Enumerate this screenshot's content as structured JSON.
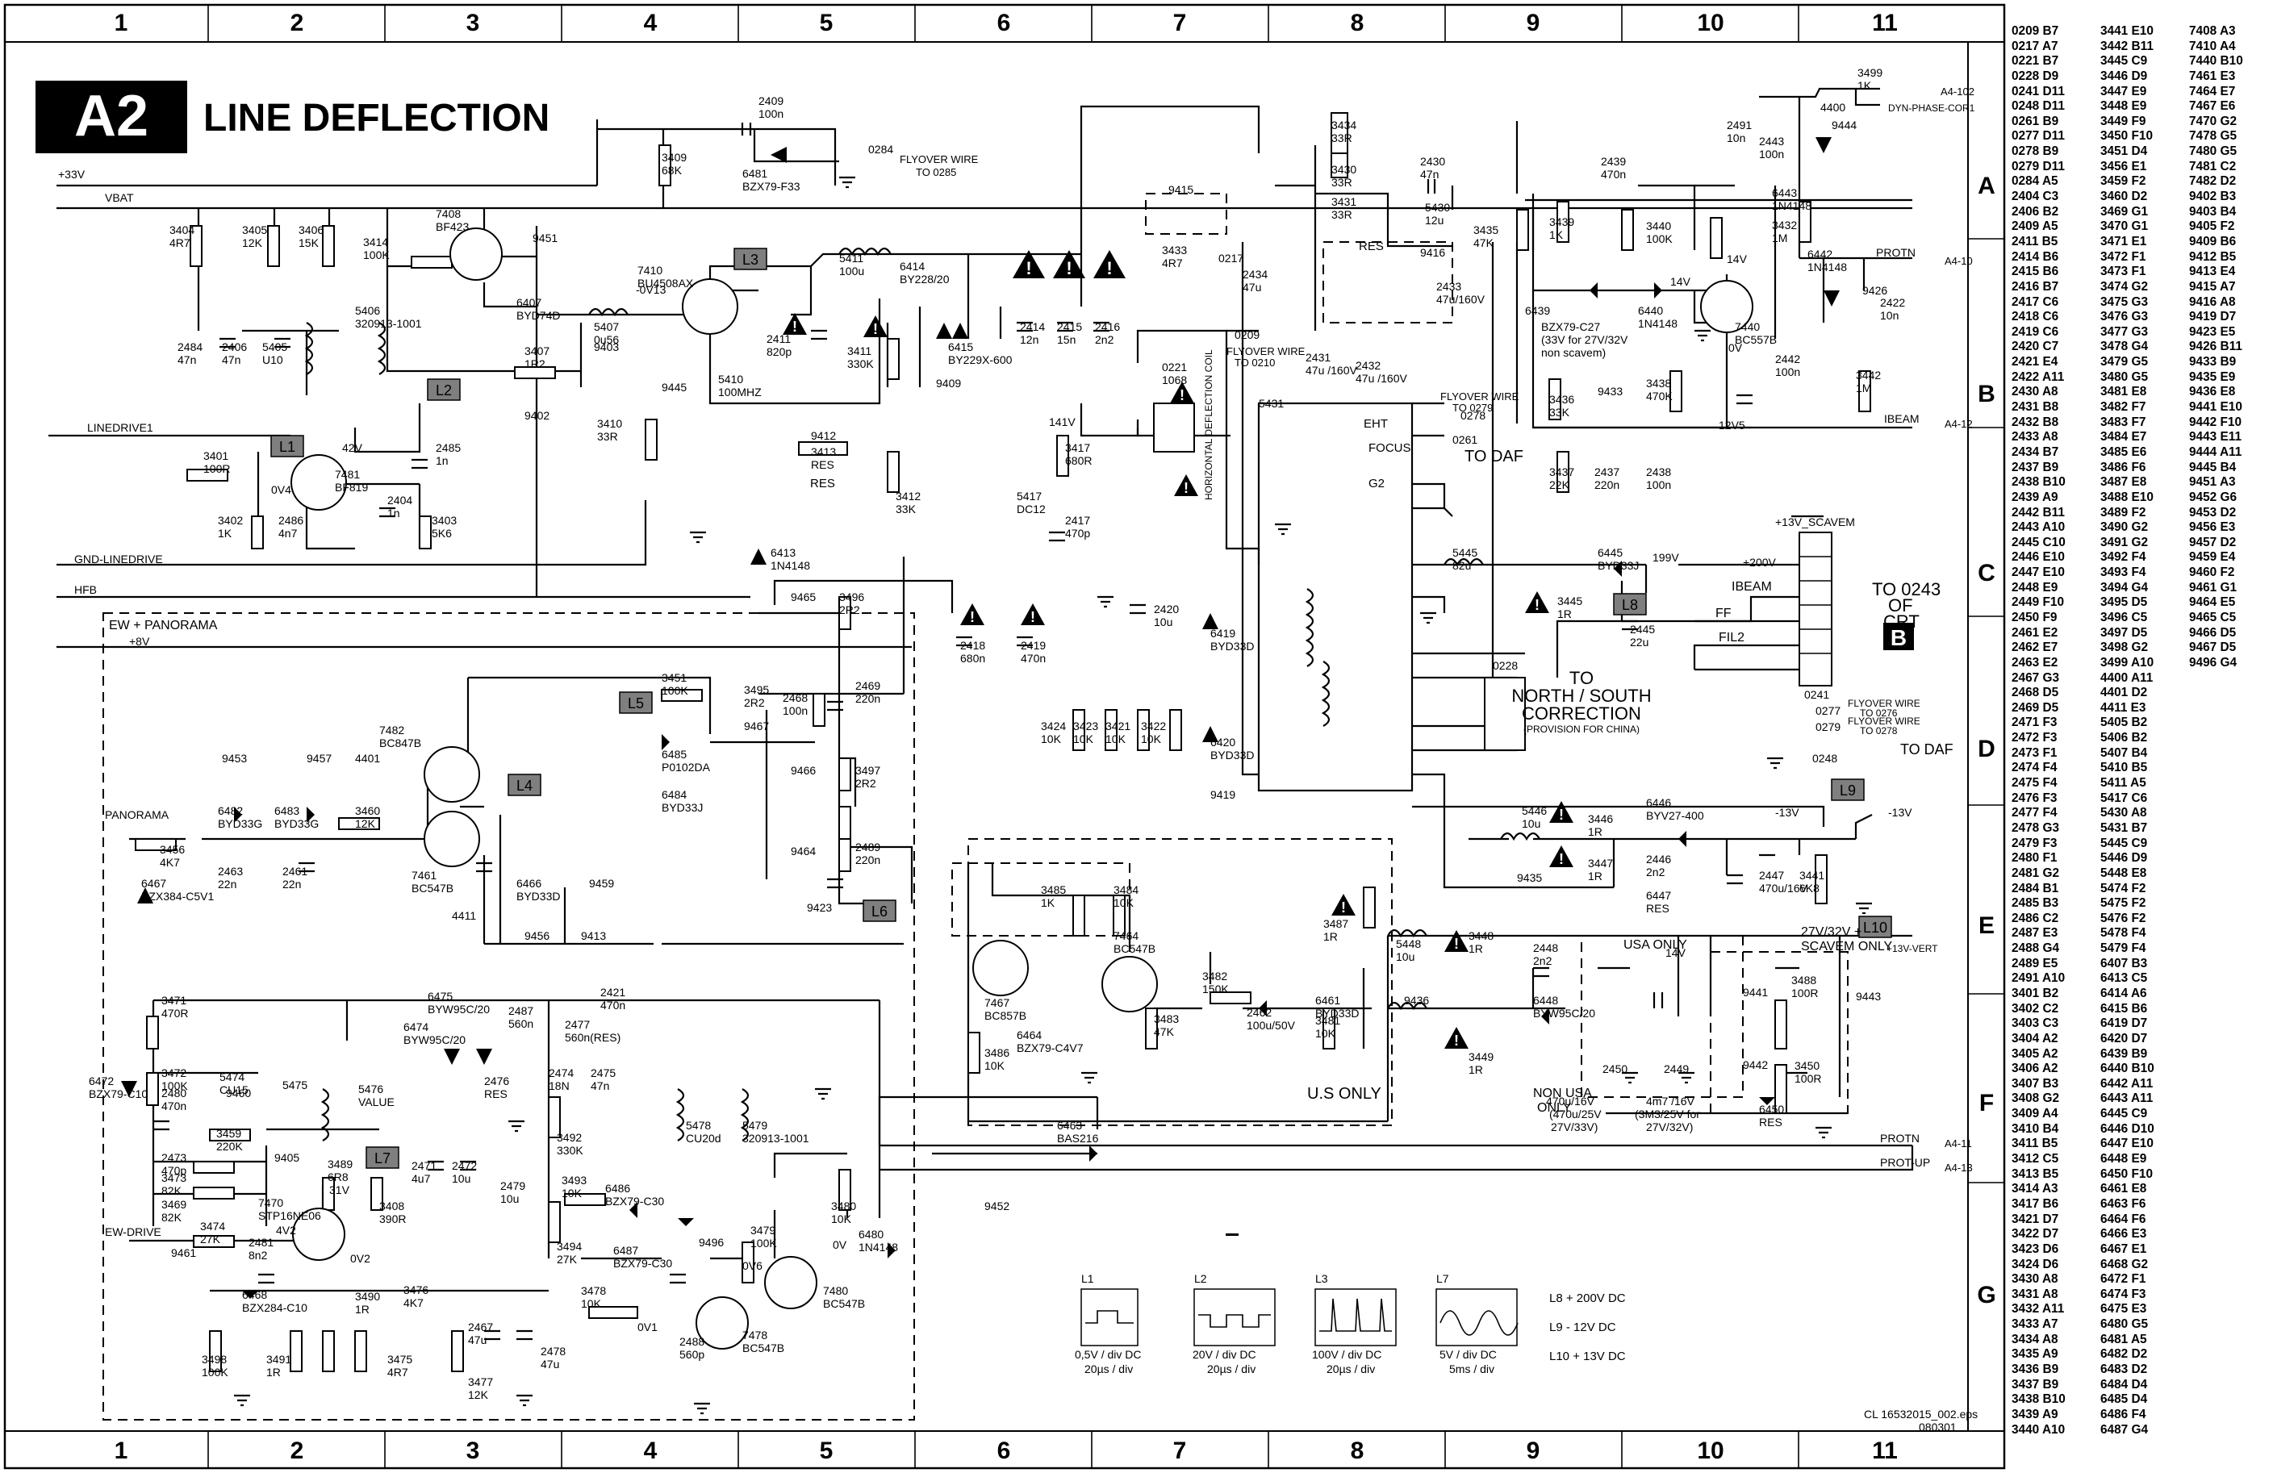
{
  "title": {
    "badge": "A2",
    "text": "LINE DEFLECTION"
  },
  "grid": {
    "columns": [
      "1",
      "2",
      "3",
      "4",
      "5",
      "6",
      "7",
      "8",
      "9",
      "10",
      "11"
    ],
    "rows": [
      "A",
      "B",
      "C",
      "D",
      "E",
      "F",
      "G"
    ]
  },
  "nets": {
    "v33": "+33V",
    "vbat": "VBAT",
    "linedrive1": "LINEDRIVE1",
    "gnd_linedrive": "GND-LINEDRIVE",
    "hfb": "HFB",
    "ew_panorama": "EW + PANORAMA",
    "v8": "+8V",
    "panorama": "PANORAMA",
    "ew_drive": "EW-DRIVE",
    "dyn_phase": "DYN-PHASE-COR1",
    "protn": "PROTN",
    "ibeam": "IBEAM",
    "v13_scavem": "+13V_SCAVEM",
    "v200": "+200V",
    "ff": "FF",
    "fil2": "FIL2",
    "vm13": "-13V",
    "v13vert": "+13V-VERT",
    "prot_up": "PROT-UP",
    "v141": "141V",
    "v199": "199V",
    "v14": "14V",
    "v12v5": "12V5",
    "ov": "0V",
    "ovm13": "-0V13",
    "v42": "42V",
    "v0v4": "0V4",
    "v4v2": "4V2",
    "v31": "31V",
    "v0v2": "0V2",
    "v0v6": "0V6",
    "v0v1": "0V1"
  },
  "refs": {
    "a4_102": "A4-102",
    "a4_10": "A4-10",
    "a4_12": "A4-12",
    "a4_11": "A4-11",
    "a4_13": "A4-13"
  },
  "labels": {
    "flyover_0285": [
      "FLYOVER WIRE",
      "TO 0285"
    ],
    "flyover_0210": [
      "FLYOVER WIRE",
      "TO 0210"
    ],
    "flyover_0279": [
      "FLYOVER WIRE",
      "TO 0279"
    ],
    "flyover_0276": [
      "FLYOVER WIRE",
      "TO 0276"
    ],
    "flyover_0278": [
      "FLYOVER WIRE",
      "TO 0278"
    ],
    "to_daf": "TO DAF",
    "to_daf2": "TO DAF",
    "to_crt": [
      "TO 0243",
      "OF",
      "CRT"
    ],
    "crt_b": "B",
    "ns_correction": [
      "TO",
      "NORTH / SOUTH",
      "CORRECTION"
    ],
    "provision": "(PROVISION FOR CHINA)",
    "hdc": "HORIZONTAL DEFLECTION COIL",
    "us_only": "U.S ONLY",
    "usa_only": "USA ONLY",
    "non_usa": [
      "NON USA",
      "ONLY"
    ],
    "scavem_only": [
      "27V/32V +",
      "SCAVEM ONLY"
    ],
    "bzx_c27": [
      "BZX79-C27",
      "(33V for 27V/32V",
      "non scavem)"
    ],
    "eht": "EHT",
    "focus": "FOCUS",
    "g2": "G2",
    "res": "RES",
    "c2450_note": [
      "470u/16V",
      "(470u/25V",
      "27V/33V)"
    ],
    "c2449_note": [
      "4m7 /16V",
      "(3M3/25V for",
      "27V/32V)"
    ],
    "footer_file": "CL 16532015_002.eps",
    "footer_date": "080301"
  },
  "components": [
    {
      "ref": "2409",
      "val": "100n"
    },
    {
      "ref": "6481",
      "val": "BZX79-F33"
    },
    {
      "ref": "3409",
      "val": "68K"
    },
    {
      "ref": "3404",
      "val": "4R7"
    },
    {
      "ref": "3405",
      "val": "12K"
    },
    {
      "ref": "3406",
      "val": "15K"
    },
    {
      "ref": "7408",
      "val": "BF423"
    },
    {
      "ref": "3414",
      "val": "100K"
    },
    {
      "ref": "9451",
      "val": ""
    },
    {
      "ref": "7410",
      "val": "BU4508AX"
    },
    {
      "ref": "5406",
      "val": "320913-1001"
    },
    {
      "ref": "6407",
      "val": "BYD74D"
    },
    {
      "ref": "5407",
      "val": "0u56"
    },
    {
      "ref": "3407",
      "val": "1R2"
    },
    {
      "ref": "9403",
      "val": ""
    },
    {
      "ref": "9402",
      "val": ""
    },
    {
      "ref": "2484",
      "val": "47n"
    },
    {
      "ref": "2406",
      "val": "47n"
    },
    {
      "ref": "5405",
      "val": "U10"
    },
    {
      "ref": "3401",
      "val": "100R"
    },
    {
      "ref": "7481",
      "val": "BF819"
    },
    {
      "ref": "3402",
      "val": "1K"
    },
    {
      "ref": "2486",
      "val": "4n7"
    },
    {
      "ref": "2485",
      "val": "1n"
    },
    {
      "ref": "2404",
      "val": "1n"
    },
    {
      "ref": "3403",
      "val": "5K6"
    },
    {
      "ref": "3410",
      "val": "33R"
    },
    {
      "ref": "5410",
      "val": "100MHZ"
    },
    {
      "ref": "9445",
      "val": ""
    },
    {
      "ref": "5411",
      "val": "100u"
    },
    {
      "ref": "2411",
      "val": "820p"
    },
    {
      "ref": "3411",
      "val": "330K"
    },
    {
      "ref": "6414",
      "val": "BY228/20"
    },
    {
      "ref": "6415",
      "val": "BY229X-600"
    },
    {
      "ref": "2414",
      "val": "12n"
    },
    {
      "ref": "2415",
      "val": "15n"
    },
    {
      "ref": "2416",
      "val": "2n2"
    },
    {
      "ref": "9409",
      "val": ""
    },
    {
      "ref": "3412",
      "val": "33K"
    },
    {
      "ref": "3413",
      "val": "RES"
    },
    {
      "ref": "9412",
      "val": ""
    },
    {
      "ref": "6413",
      "val": "1N4148"
    },
    {
      "ref": "9415",
      "val": ""
    },
    {
      "ref": "3433",
      "val": "4R7"
    },
    {
      "ref": "0221",
      "val": "1068"
    },
    {
      "ref": "3417",
      "val": "680R"
    },
    {
      "ref": "5417",
      "val": "DC12"
    },
    {
      "ref": "2417",
      "val": "470p"
    },
    {
      "ref": "2420",
      "val": "10u"
    },
    {
      "ref": "2418",
      "val": "680n"
    },
    {
      "ref": "2419",
      "val": "470n"
    },
    {
      "ref": "3434",
      "val": "33R"
    },
    {
      "ref": "3430",
      "val": "33R"
    },
    {
      "ref": "3431",
      "val": "33R"
    },
    {
      "ref": "2430",
      "val": "47n"
    },
    {
      "ref": "5430",
      "val": "12u"
    },
    {
      "ref": "9416",
      "val": ""
    },
    {
      "ref": "2434",
      "val": "47u"
    },
    {
      "ref": "2431",
      "val": "47u /160V"
    },
    {
      "ref": "2432",
      "val": "47u /160V"
    },
    {
      "ref": "2433",
      "val": "47u/160V"
    },
    {
      "ref": "3435",
      "val": "47K"
    },
    {
      "ref": "3439",
      "val": "1K"
    },
    {
      "ref": "2439",
      "val": "470n"
    },
    {
      "ref": "3440",
      "val": "100K"
    },
    {
      "ref": "7440",
      "val": "BC557B"
    },
    {
      "ref": "6439",
      "val": ""
    },
    {
      "ref": "6440",
      "val": "1N4148"
    },
    {
      "ref": "3436",
      "val": "33K"
    },
    {
      "ref": "9433",
      "val": ""
    },
    {
      "ref": "3438",
      "val": "470K"
    },
    {
      "ref": "3437",
      "val": "22K"
    },
    {
      "ref": "2437",
      "val": "220n"
    },
    {
      "ref": "2438",
      "val": "100n"
    },
    {
      "ref": "5431",
      "val": ""
    },
    {
      "ref": "2491",
      "val": "10n"
    },
    {
      "ref": "2443",
      "val": "100n"
    },
    {
      "ref": "3499",
      "val": "1K"
    },
    {
      "ref": "4400",
      "val": ""
    },
    {
      "ref": "9444",
      "val": ""
    },
    {
      "ref": "6443",
      "val": "1N4148"
    },
    {
      "ref": "3432",
      "val": "1M"
    },
    {
      "ref": "6442",
      "val": "1N4148"
    },
    {
      "ref": "9426",
      "val": ""
    },
    {
      "ref": "2422",
      "val": "10n"
    },
    {
      "ref": "2442",
      "val": "100n"
    },
    {
      "ref": "3442",
      "val": "1M"
    },
    {
      "ref": "0241",
      "val": ""
    },
    {
      "ref": "5445",
      "val": "82u"
    },
    {
      "ref": "3445",
      "val": "1R"
    },
    {
      "ref": "6445",
      "val": "BYD33J"
    },
    {
      "ref": "2445",
      "val": "22u"
    },
    {
      "ref": "6419",
      "val": "BYD33D"
    },
    {
      "ref": "6420",
      "val": "BYD33D"
    },
    {
      "ref": "3424",
      "val": "10K"
    },
    {
      "ref": "3423",
      "val": "10K"
    },
    {
      "ref": "3421",
      "val": "10K"
    },
    {
      "ref": "3422",
      "val": "10K"
    },
    {
      "ref": "9419",
      "val": ""
    },
    {
      "ref": "0228",
      "val": ""
    },
    {
      "ref": "3451",
      "val": "100K"
    },
    {
      "ref": "3495",
      "val": "2R2"
    },
    {
      "ref": "3496",
      "val": "2R2"
    },
    {
      "ref": "2468",
      "val": "100n"
    },
    {
      "ref": "2469",
      "val": "220n"
    },
    {
      "ref": "9467",
      "val": ""
    },
    {
      "ref": "9465",
      "val": ""
    },
    {
      "ref": "9466",
      "val": ""
    },
    {
      "ref": "3497",
      "val": "2R2"
    },
    {
      "ref": "2489",
      "val": "220n"
    },
    {
      "ref": "9464",
      "val": ""
    },
    {
      "ref": "9423",
      "val": ""
    },
    {
      "ref": "6485",
      "val": "P0102DA"
    },
    {
      "ref": "6484",
      "val": "BYD33J"
    },
    {
      "ref": "7482",
      "val": "BC847B"
    },
    {
      "ref": "7461",
      "val": "BC547B"
    },
    {
      "ref": "4401",
      "val": ""
    },
    {
      "ref": "9453",
      "val": ""
    },
    {
      "ref": "9457",
      "val": ""
    },
    {
      "ref": "6482",
      "val": "BYD33G"
    },
    {
      "ref": "6483",
      "val": "BYD33G"
    },
    {
      "ref": "3460",
      "val": "12K"
    },
    {
      "ref": "3456",
      "val": "4K7"
    },
    {
      "ref": "2463",
      "val": "22n"
    },
    {
      "ref": "2461",
      "val": "22n"
    },
    {
      "ref": "6467",
      "val": "BZX384-C5V1"
    },
    {
      "ref": "6466",
      "val": "BYD33D"
    },
    {
      "ref": "9459",
      "val": ""
    },
    {
      "ref": "4411",
      "val": ""
    },
    {
      "ref": "9456",
      "val": ""
    },
    {
      "ref": "9413",
      "val": ""
    },
    {
      "ref": "3471",
      "val": "470R"
    },
    {
      "ref": "3472",
      "val": "100K"
    },
    {
      "ref": "6472",
      "val": "BZX79-C10"
    },
    {
      "ref": "2480",
      "val": "470n"
    },
    {
      "ref": "9460",
      "val": ""
    },
    {
      "ref": "2473",
      "val": "470p"
    },
    {
      "ref": "3459",
      "val": "220K"
    },
    {
      "ref": "3473",
      "val": "82K"
    },
    {
      "ref": "3469",
      "val": "82K"
    },
    {
      "ref": "3474",
      "val": "27K"
    },
    {
      "ref": "9461",
      "val": ""
    },
    {
      "ref": "2481",
      "val": "8n2"
    },
    {
      "ref": "6468",
      "val": "BZX284-C10"
    },
    {
      "ref": "5474",
      "val": "CU15"
    },
    {
      "ref": "5475",
      "val": ""
    },
    {
      "ref": "5476",
      "val": "VALUE"
    },
    {
      "ref": "6475",
      "val": "BYW95C/20"
    },
    {
      "ref": "6474",
      "val": "BYW95C/20"
    },
    {
      "ref": "2476",
      "val": "RES"
    },
    {
      "ref": "2487",
      "val": "560n"
    },
    {
      "ref": "2477",
      "val": "560n(RES)"
    },
    {
      "ref": "2421",
      "val": "470n"
    },
    {
      "ref": "2474",
      "val": "18N"
    },
    {
      "ref": "2475",
      "val": "47n"
    },
    {
      "ref": "5478",
      "val": "CU20d"
    },
    {
      "ref": "5479",
      "val": "320913-1001"
    },
    {
      "ref": "9405",
      "val": ""
    },
    {
      "ref": "3489",
      "val": "6R8"
    },
    {
      "ref": "7470",
      "val": "STP16NE06"
    },
    {
      "ref": "3408",
      "val": "390R"
    },
    {
      "ref": "2471",
      "val": "4u7"
    },
    {
      "ref": "2472",
      "val": "10u"
    },
    {
      "ref": "2479",
      "val": "10u"
    },
    {
      "ref": "3492",
      "val": "330K"
    },
    {
      "ref": "3493",
      "val": "10K"
    },
    {
      "ref": "3494",
      "val": "27K"
    },
    {
      "ref": "6486",
      "val": "BZX79-C30"
    },
    {
      "ref": "6487",
      "val": "BZX79-C30"
    },
    {
      "ref": "9496",
      "val": ""
    },
    {
      "ref": "3479",
      "val": "100K"
    },
    {
      "ref": "3480",
      "val": "10K"
    },
    {
      "ref": "6480",
      "val": "1N4148"
    },
    {
      "ref": "7480",
      "val": "BC547B"
    },
    {
      "ref": "7478",
      "val": "BC547B"
    },
    {
      "ref": "2488",
      "val": "560p"
    },
    {
      "ref": "3478",
      "val": "10K"
    },
    {
      "ref": "3476",
      "val": "4K7"
    },
    {
      "ref": "3490",
      "val": "1R"
    },
    {
      "ref": "3475",
      "val": "4R7"
    },
    {
      "ref": "3491",
      "val": "1R"
    },
    {
      "ref": "3498",
      "val": "100K"
    },
    {
      "ref": "2467",
      "val": "47u"
    },
    {
      "ref": "3477",
      "val": "12K"
    },
    {
      "ref": "2478",
      "val": "47u"
    },
    {
      "ref": "7467",
      "val": "BC857B"
    },
    {
      "ref": "3485",
      "val": "1K"
    },
    {
      "ref": "3484",
      "val": "10K"
    },
    {
      "ref": "7464",
      "val": "BC547B"
    },
    {
      "ref": "6464",
      "val": "BZX79-C4V7"
    },
    {
      "ref": "3483",
      "val": "47K"
    },
    {
      "ref": "3482",
      "val": "150K"
    },
    {
      "ref": "2462",
      "val": "100u/50V"
    },
    {
      "ref": "6461",
      "val": "BYD33D"
    },
    {
      "ref": "3481",
      "val": "10K"
    },
    {
      "ref": "3486",
      "val": "10K"
    },
    {
      "ref": "3487",
      "val": "1R"
    },
    {
      "ref": "6463",
      "val": "BAS216"
    },
    {
      "ref": "9452",
      "val": ""
    },
    {
      "ref": "5446",
      "val": "10u"
    },
    {
      "ref": "3446",
      "val": "1R"
    },
    {
      "ref": "3447",
      "val": "1R"
    },
    {
      "ref": "6446",
      "val": "BYV27-400"
    },
    {
      "ref": "2446",
      "val": "2n2"
    },
    {
      "ref": "6447",
      "val": "RES"
    },
    {
      "ref": "2447",
      "val": "470u/16V"
    },
    {
      "ref": "3441",
      "val": "6K8"
    },
    {
      "ref": "9435",
      "val": ""
    },
    {
      "ref": "5448",
      "val": "10u"
    },
    {
      "ref": "3448",
      "val": "1R"
    },
    {
      "ref": "3449",
      "val": "1R"
    },
    {
      "ref": "2448",
      "val": "2n2"
    },
    {
      "ref": "6448",
      "val": "BYW95C/20"
    },
    {
      "ref": "9436",
      "val": ""
    },
    {
      "ref": "2450",
      "val": ""
    },
    {
      "ref": "2449",
      "val": ""
    },
    {
      "ref": "9441",
      "val": ""
    },
    {
      "ref": "9442",
      "val": ""
    },
    {
      "ref": "3488",
      "val": "100R"
    },
    {
      "ref": "3450",
      "val": "100R"
    },
    {
      "ref": "6450",
      "val": "RES"
    },
    {
      "ref": "9443",
      "val": ""
    },
    {
      "ref": "0217",
      "val": ""
    },
    {
      "ref": "0209",
      "val": ""
    },
    {
      "ref": "0284",
      "val": ""
    },
    {
      "ref": "0277",
      "val": ""
    },
    {
      "ref": "0279",
      "val": ""
    },
    {
      "ref": "0248",
      "val": ""
    },
    {
      "ref": "0278",
      "val": ""
    },
    {
      "ref": "0261",
      "val": ""
    }
  ],
  "tags": [
    "L1",
    "L2",
    "L3",
    "L4",
    "L5",
    "L6",
    "L7",
    "L8",
    "L9",
    "L10"
  ],
  "waveforms": [
    {
      "name": "L1",
      "scale": [
        "0,5V / div DC",
        "20µs / div"
      ]
    },
    {
      "name": "L2",
      "scale": [
        "20V / div DC",
        "20µs / div"
      ]
    },
    {
      "name": "L3",
      "scale": [
        "100V / div DC",
        "20µs / div"
      ]
    },
    {
      "name": "L7",
      "scale": [
        "5V / div DC",
        "5ms / div"
      ]
    }
  ],
  "legend_dc": [
    "L8 + 200V DC",
    "L9 - 12V DC",
    "L10 + 13V DC"
  ],
  "index": {
    "col1": [
      "0209 B7",
      "0217 A7",
      "0221 B7",
      "0228 D9",
      "0241 D11",
      "0248 D11",
      "0261 B9",
      "0277 D11",
      "0278 B9",
      "0279 D11",
      "0284 A5",
      "2404 C3",
      "2406 B2",
      "2409 A5",
      "2411 B5",
      "2414 B6",
      "2415 B6",
      "2416 B7",
      "2417 C6",
      "2418 C6",
      "2419 C6",
      "2420 C7",
      "2421 E4",
      "2422 A11",
      "2430 A8",
      "2431 B8",
      "2432 B8",
      "2433 A8",
      "2434 B7",
      "2437 B9",
      "2438 B10",
      "2439 A9",
      "2442 B11",
      "2443 A10",
      "2445 C10",
      "2446 E10",
      "2447 E10",
      "2448 E9",
      "2449 F10",
      "2450 F9",
      "2461 E2",
      "2462 E7",
      "2463 E2",
      "2467 G3",
      "2468 D5",
      "2469 D5",
      "2471 F3",
      "2472 F3",
      "2473 F1",
      "2474 F4",
      "2475 F4",
      "2476 F3",
      "2477 F4",
      "2478 G3",
      "2479 F3",
      "2480 F1",
      "2481 G2",
      "2484 B1",
      "2485 B3",
      "2486 C2",
      "2487 E3",
      "2488 G4",
      "2489 E5",
      "2491 A10",
      "3401 B2",
      "3402 C2",
      "3403 C3",
      "3404 A2",
      "3405 A2",
      "3406 A2",
      "3407 B3",
      "3408 G2",
      "3409 A4",
      "3410 B4",
      "3411 B5",
      "3412 C5",
      "3413 B5",
      "3414 A3",
      "3417 B6",
      "3421 D7",
      "3422 D7",
      "3423 D6",
      "3424 D6",
      "3430 A8",
      "3431 A8",
      "3432 A11",
      "3433 A7",
      "3434 A8",
      "3435 A9",
      "3436 B9",
      "3437 B9",
      "3438 B10",
      "3439 A9",
      "3440 A10"
    ],
    "col2": [
      "3441 E10",
      "3442 B11",
      "3445 C9",
      "3446 D9",
      "3447 E9",
      "3448 E9",
      "3449 F9",
      "3450 F10",
      "3451 D4",
      "3456 E1",
      "3459 F2",
      "3460 D2",
      "3469 G1",
      "3470 G1",
      "3471 E1",
      "3472 F1",
      "3473 F1",
      "3474 G2",
      "3475 G3",
      "3476 G3",
      "3477 G3",
      "3478 G4",
      "3479 G5",
      "3480 G5",
      "3481 E8",
      "3482 F7",
      "3483 F7",
      "3484 E7",
      "3485 E6",
      "3486 F6",
      "3487 E8",
      "3488 E10",
      "3489 F2",
      "3490 G2",
      "3491 G2",
      "3492 F4",
      "3493 F4",
      "3494 G4",
      "3495 D5",
      "3496 C5",
      "3497 D5",
      "3498 G2",
      "3499 A10",
      "4400 A11",
      "4401 D2",
      "4411 E3",
      "5405 B2",
      "5406 B2",
      "5407 B4",
      "5410 B5",
      "5411 A5",
      "5417 C6",
      "5430 A8",
      "5431 B7",
      "5445 C9",
      "5446 D9",
      "5448 E8",
      "5474 F2",
      "5475 F2",
      "5476 F2",
      "5478 F4",
      "5479 F4",
      "6407 B3",
      "6413 C5",
      "6414 A6",
      "6415 B6",
      "6419 D7",
      "6420 D7",
      "6439 B9",
      "6440 B10",
      "6442 A11",
      "6443 A11",
      "6445 C9",
      "6446 D10",
      "6447 E10",
      "6448 E9",
      "6450 F10",
      "6461 E8",
      "6463 F6",
      "6464 F6",
      "6466 E3",
      "6467 E1",
      "6468 G2",
      "6472 F1",
      "6474 F3",
      "6475 E3",
      "6480 G5",
      "6481 A5",
      "6482 D2",
      "6483 D2",
      "6484 D4",
      "6485 D4",
      "6486 F4",
      "6487 G4"
    ],
    "col3": [
      "7408 A3",
      "7410 A4",
      "7440 B10",
      "7461 E3",
      "7464 E7",
      "7467 E6",
      "7470 G2",
      "7478 G5",
      "7480 G5",
      "7481 C2",
      "7482 D2",
      "9402 B3",
      "9403 B4",
      "9405 F2",
      "9409 B6",
      "9412 B5",
      "9413 E4",
      "9415 A7",
      "9416 A8",
      "9419 D7",
      "9423 E5",
      "9426 B11",
      "9433 B9",
      "9435 E9",
      "9436 E8",
      "9441 E10",
      "9442 F10",
      "9443 E11",
      "9444 A11",
      "9445 B4",
      "9451 A3",
      "9452 G6",
      "9453 D2",
      "9456 E3",
      "9457 D2",
      "9459 E4",
      "9460 F2",
      "9461 G1",
      "9464 E5",
      "9465 C5",
      "9466 D5",
      "9467 D5",
      "9496 G4"
    ]
  }
}
